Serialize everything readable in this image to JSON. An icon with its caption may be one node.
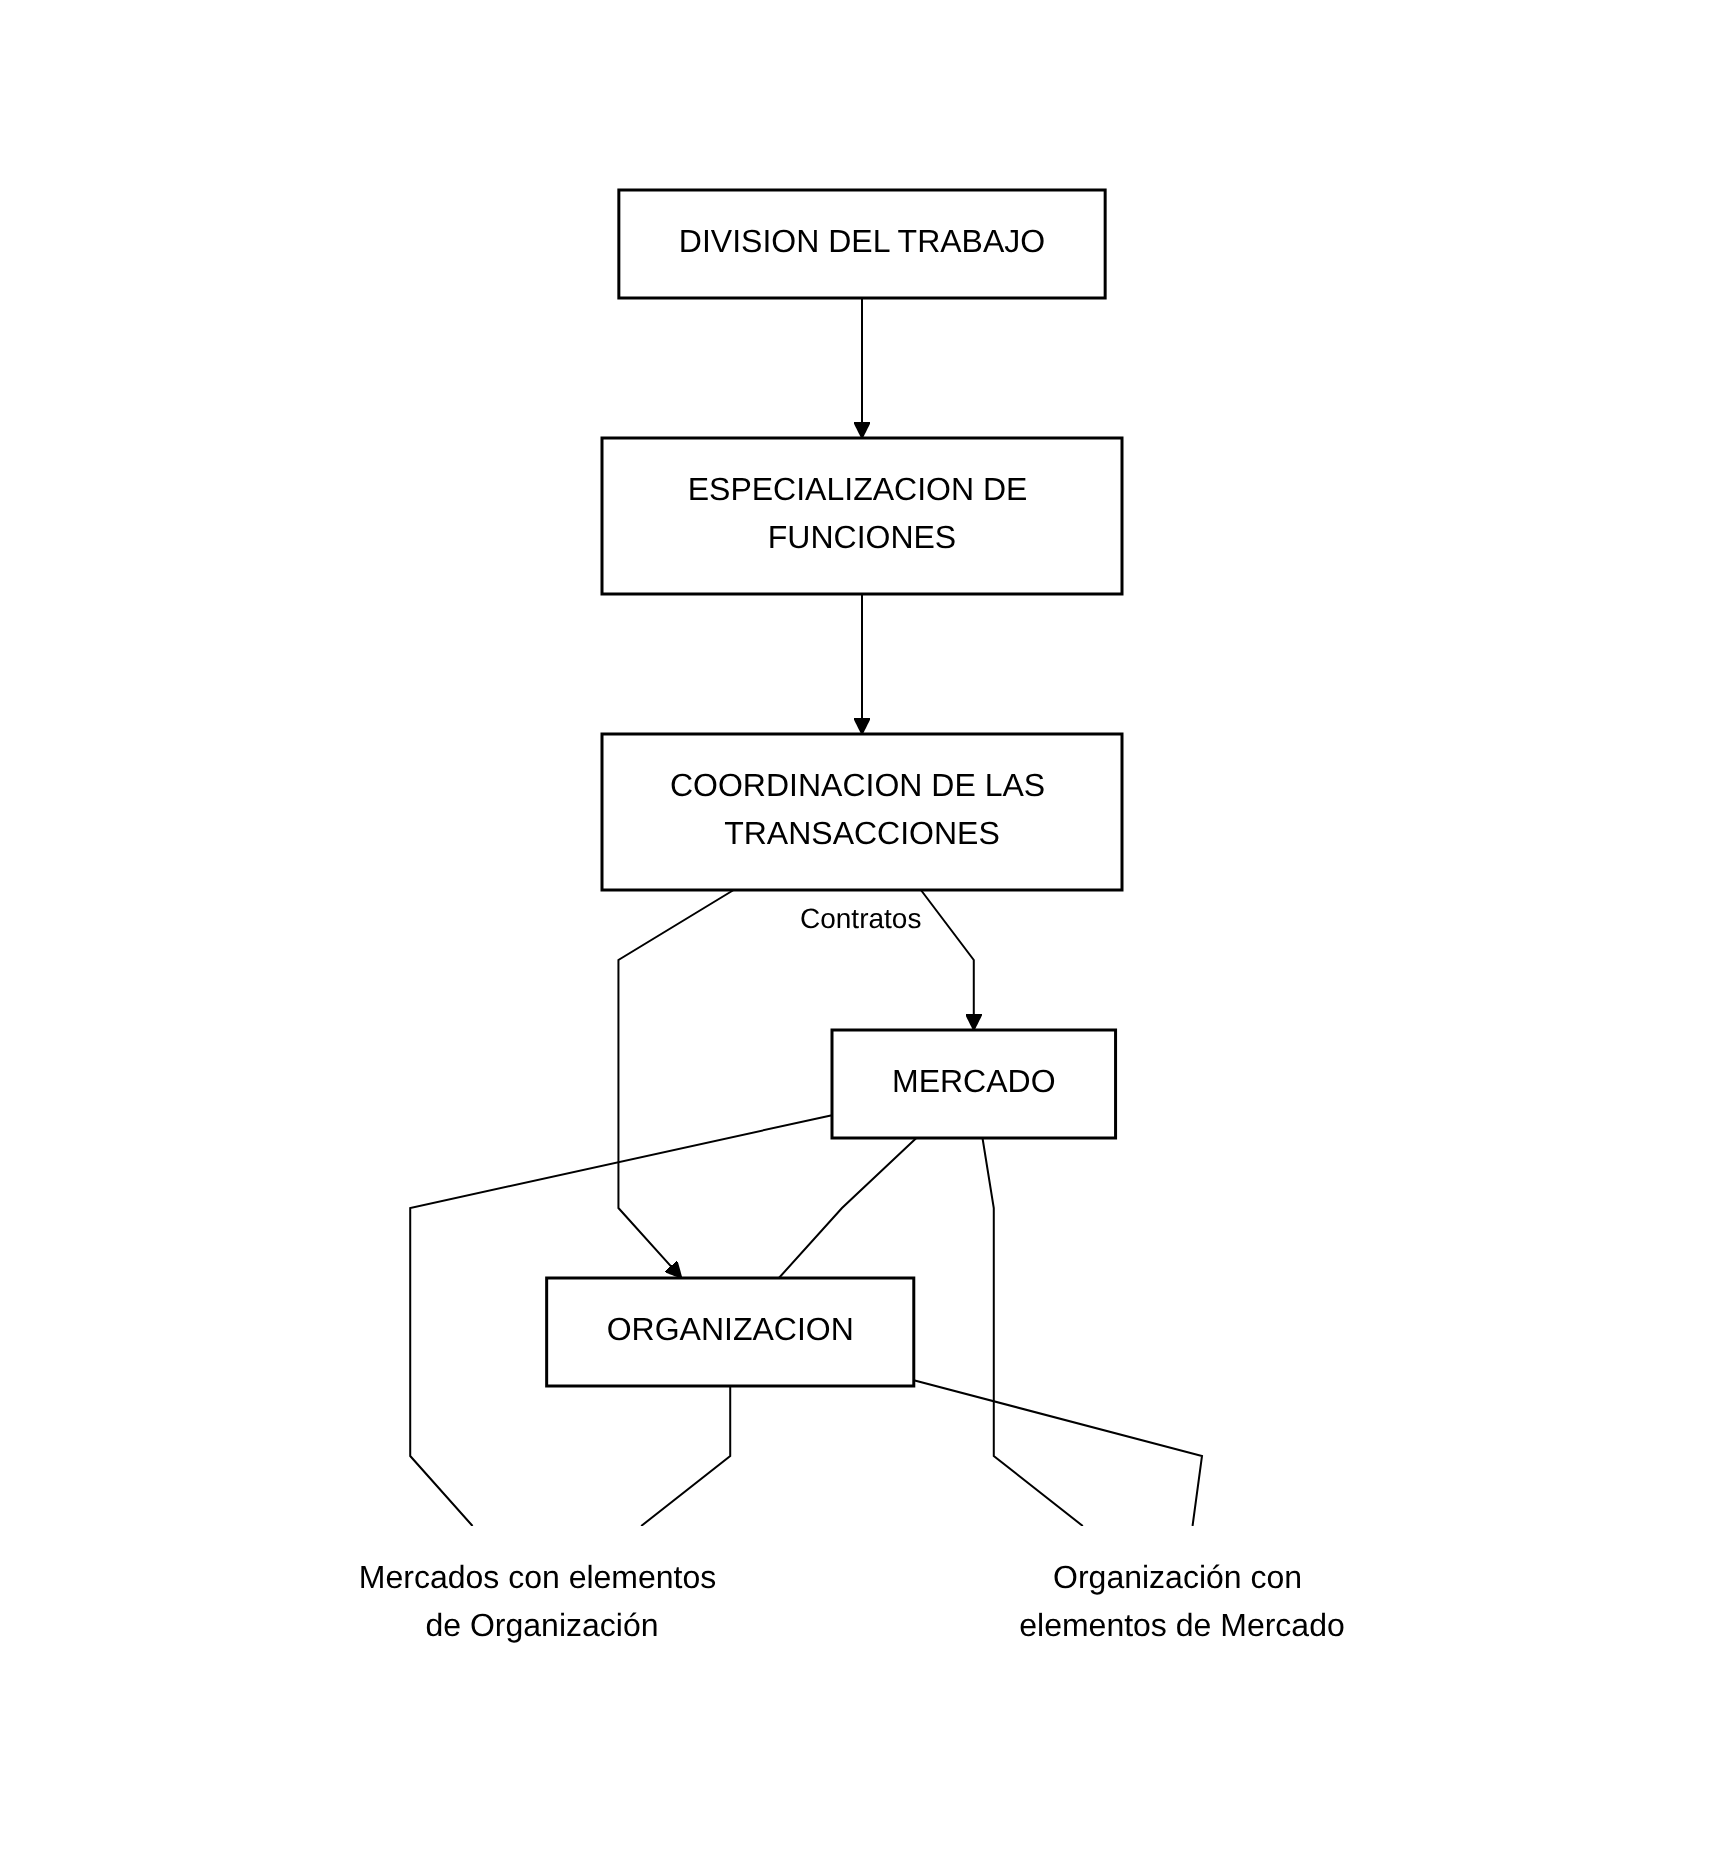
{
  "diagram": {
    "nodes": [
      {
        "text": [
          "DIVISION DEL TRABAJO"
        ]
      },
      {
        "text": [
          "ESPECIALIZACION DE FUNCIONES"
        ]
      },
      {
        "text": [
          "COORDINACION DE LAS TRANSACCIONES"
        ],
        "beside": [
          "Contratos"
        ]
      },
      {
        "text": [
          "MERCADO"
        ]
      },
      {
        "text": [
          "ORGANIZACION"
        ]
      },
      {
        "text": [
          "Mercados con elementos de Organización"
        ]
      },
      {
        "text": [
          "Organización con elementos de Mercado"
        ]
      }
    ],
    "edges": [
      {
        "from": 0,
        "to": 1,
        "arrow": "to"
      },
      {
        "from": 1,
        "to": 2,
        "arrow": "to"
      },
      {
        "from": 2,
        "to": 3,
        "arrow": "to"
      },
      {
        "from": 2,
        "to": 4,
        "arrow": "to"
      },
      {
        "from": 3,
        "to": 4,
        "arrow": "none"
      },
      {
        "from": 3,
        "to": 5,
        "arrow": "none"
      },
      {
        "from": 4,
        "to": 5,
        "arrow": "none"
      },
      {
        "from": 3,
        "to": 6,
        "arrow": "none"
      },
      {
        "from": 4,
        "to": 6,
        "arrow": "none"
      }
    ]
  }
}
